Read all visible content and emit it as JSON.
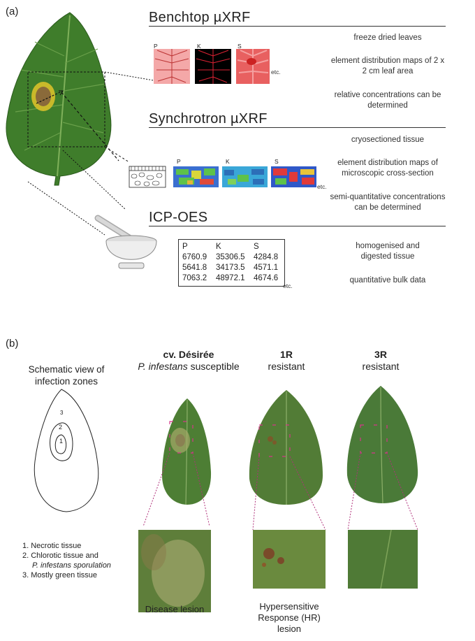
{
  "panel_a": {
    "label": "(a)",
    "benchtop": {
      "title": "Benchtop  µXRF",
      "elements": [
        "P",
        "K",
        "S"
      ],
      "etc": "etc.",
      "descriptions": [
        "freeze dried leaves",
        "element distribution maps of 2 x 2 cm leaf area",
        "relative concentrations can be determined"
      ]
    },
    "synchrotron": {
      "title": "Synchrotron  µXRF",
      "elements": [
        "P",
        "K",
        "S"
      ],
      "etc": "etc.",
      "descriptions": [
        "cryosectioned tissue",
        "element distribution maps of microscopic cross-section",
        "semi-quantitative concentrations can be determined"
      ]
    },
    "icp": {
      "title": "ICP-OES",
      "table": {
        "headers": [
          "P",
          "K",
          "S"
        ],
        "rows": [
          [
            "6760.9",
            "35306.5",
            "4284.8"
          ],
          [
            "5641.8",
            "34173.5",
            "4571.1"
          ],
          [
            "7063.2",
            "48972.1",
            "4674.6"
          ]
        ]
      },
      "etc": "etc.",
      "descriptions": [
        "homogenised and digested tissue",
        "quantitative bulk data"
      ]
    }
  },
  "panel_b": {
    "label": "(b)",
    "schematic_title": "Schematic view of infection zones",
    "zone_labels": [
      "1",
      "2",
      "3"
    ],
    "legend": [
      "1. Necrotic tissue",
      "2. Chlorotic tissue and",
      "P. infestans sporulation",
      "3. Mostly green tissue"
    ],
    "cultivars": [
      {
        "name": "cv. Désirée",
        "sub_italic": "P. infestans",
        "sub_rest": " susceptible"
      },
      {
        "name": "1R",
        "sub_italic": "",
        "sub_rest": "resistant"
      },
      {
        "name": "3R",
        "sub_italic": "",
        "sub_rest": "resistant"
      }
    ],
    "captions": [
      "Disease lesion",
      "Hypersensitive Response (HR) lesion"
    ]
  },
  "colors": {
    "leaf_dark": "#3d7a2a",
    "leaf_light": "#5f9b3f",
    "photo_leaf": "#4b7a32",
    "lesion_brown": "#8a6a3a",
    "lesion_yellow": "#c9b92a",
    "magenta": "#d6358a"
  }
}
